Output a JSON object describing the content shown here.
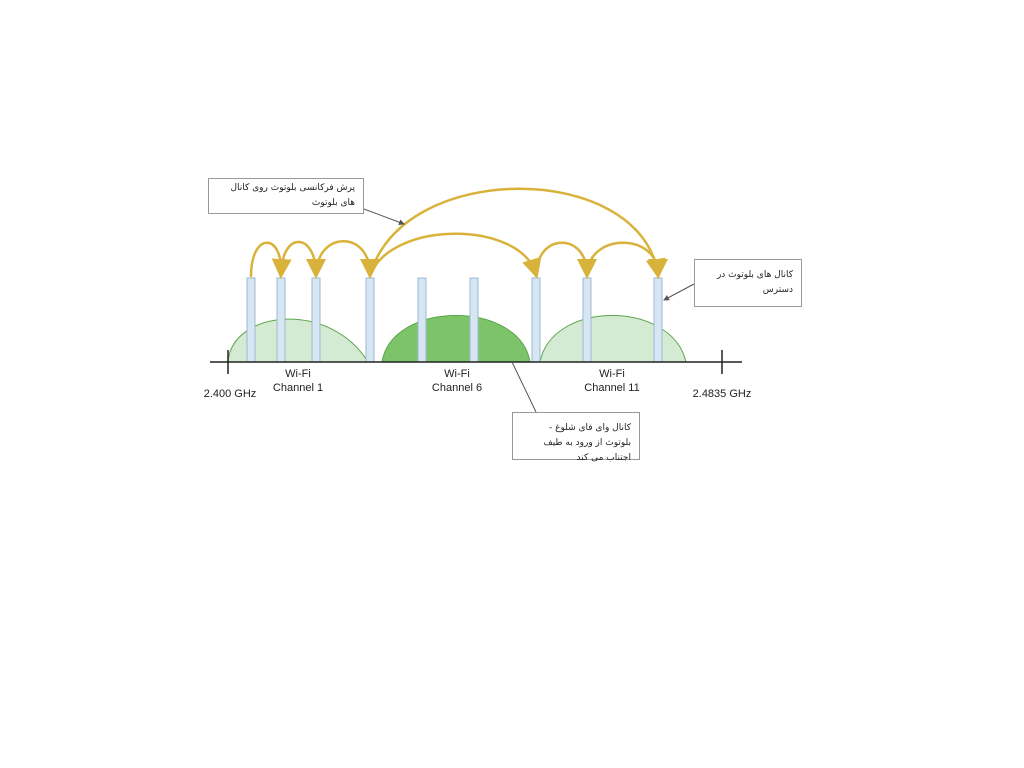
{
  "labels": {
    "freq_start": "2.400 GHz",
    "freq_end": "2.4835 GHz",
    "wifi_ch1_line1": "Wi-Fi",
    "wifi_ch1_line2": "Channel 1",
    "wifi_ch6_line1": "Wi-Fi",
    "wifi_ch6_line2": "Channel 6",
    "wifi_ch11_line1": "Wi-Fi",
    "wifi_ch11_line2": "Channel 11"
  },
  "callouts": {
    "hopping": "پرش فرکانسی بلوتوث روی کانال های بلوتوث",
    "available": "کانال های بلوتوث در دسترس",
    "busy": "کانال وای فای شلوغ - بلوتوث از ورود به طیف اجتناب می کند"
  },
  "colors": {
    "wifi_idle": "#d5ead2",
    "wifi_busy": "#7cc36a",
    "wifi_outline": "#5aa64a",
    "bt_channel": "#d6e6f3",
    "bt_outline": "#9fbad2",
    "hop_arrow": "#d8b23a",
    "axis": "#222222"
  }
}
